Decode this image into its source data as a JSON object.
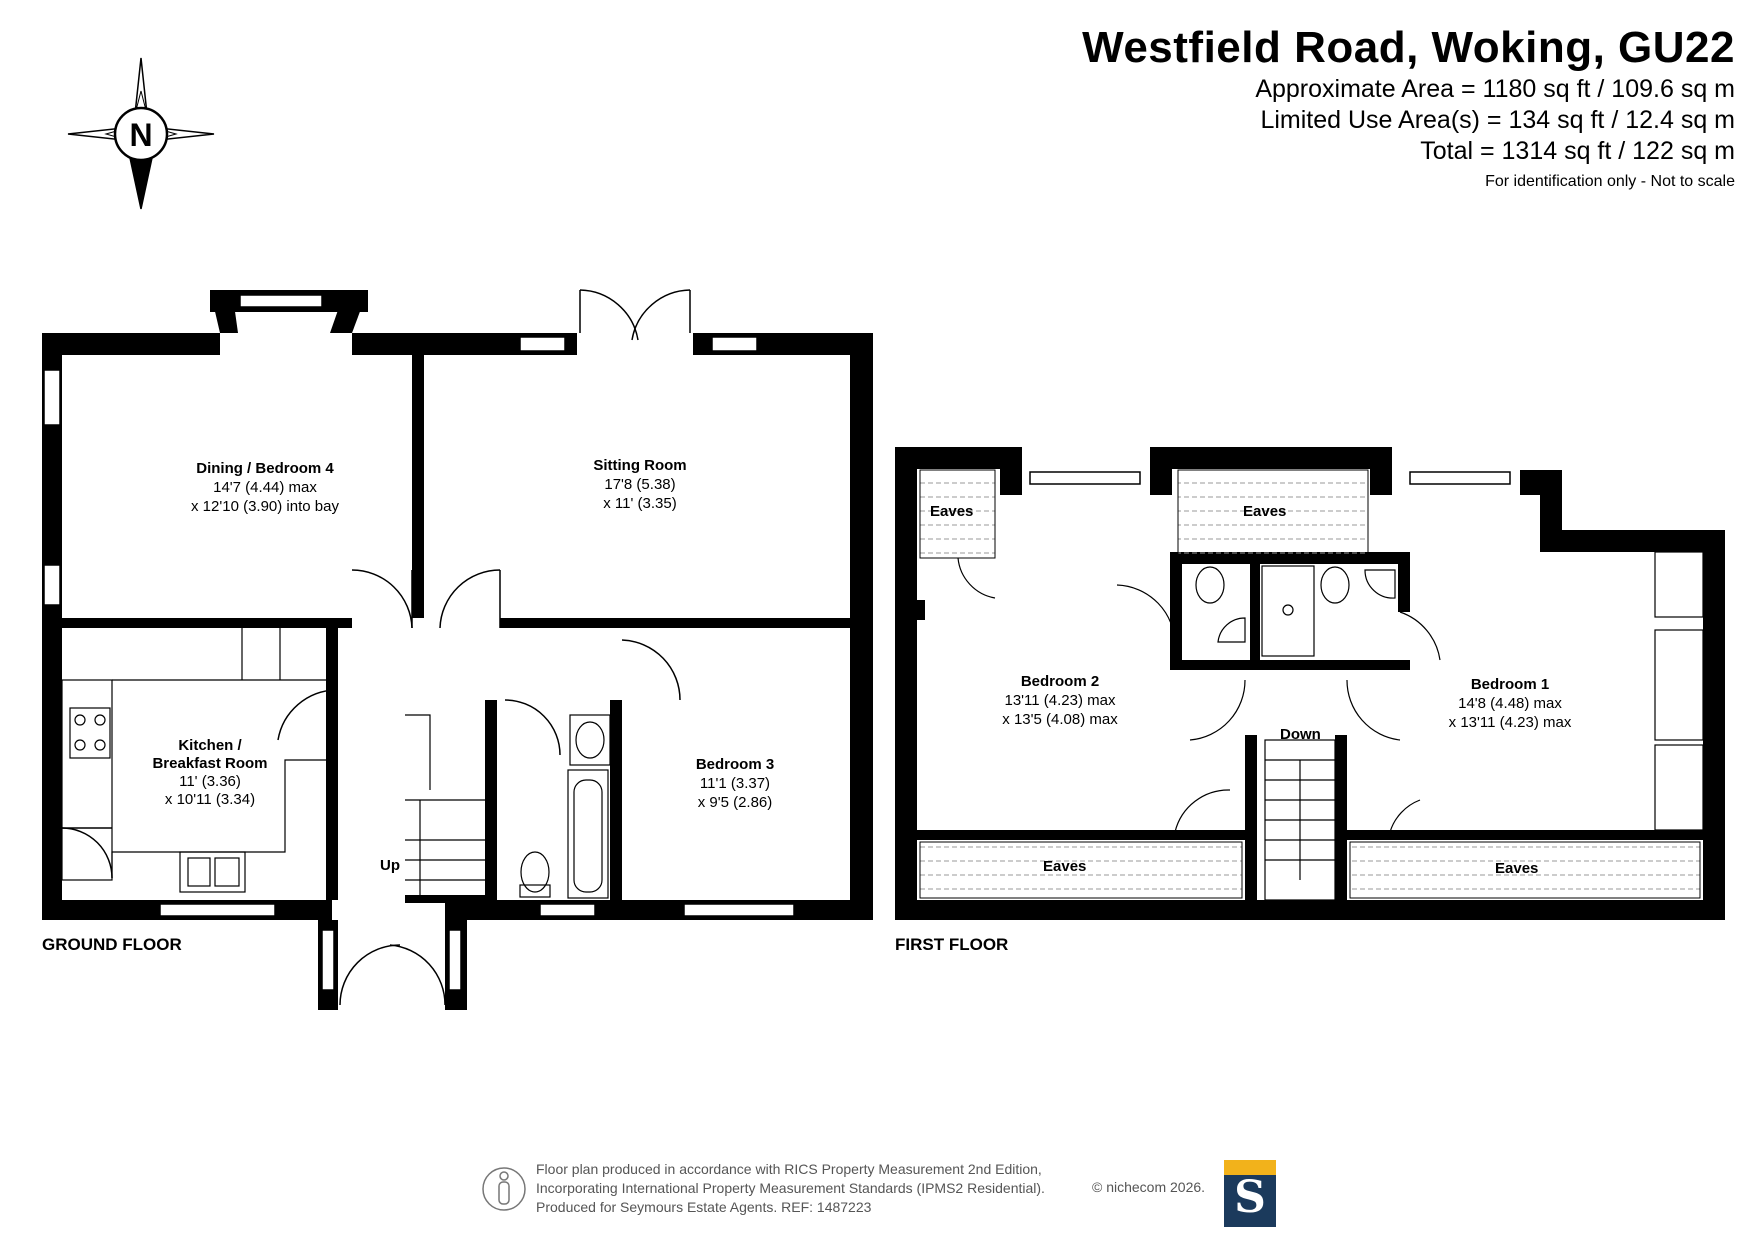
{
  "header": {
    "title": "Westfield Road, Woking, GU22",
    "approx_area": "Approximate Area = 1180 sq ft / 109.6 sq m",
    "limited_use": "Limited Use Area(s) = 134 sq ft / 12.4 sq m",
    "total": "Total = 1314 sq ft / 122 sq m",
    "note": "For identification only - Not to scale"
  },
  "compass": {
    "label": "N"
  },
  "ground_floor": {
    "label": "GROUND FLOOR",
    "rooms": {
      "dining": {
        "name": "Dining / Bedroom 4",
        "dim1": "14'7 (4.44) max",
        "dim2": "x 12'10 (3.90) into bay"
      },
      "sitting": {
        "name": "Sitting Room",
        "dim1": "17'8 (5.38)",
        "dim2": "x 11' (3.35)"
      },
      "kitchen": {
        "name1": "Kitchen /",
        "name2": "Breakfast Room",
        "dim1": "11' (3.36)",
        "dim2": "x 10'11 (3.34)"
      },
      "bedroom3": {
        "name": "Bedroom 3",
        "dim1": "11'1 (3.37)",
        "dim2": "x 9'5 (2.86)"
      }
    },
    "stairs_label": "Up"
  },
  "first_floor": {
    "label": "FIRST FLOOR",
    "rooms": {
      "bedroom2": {
        "name": "Bedroom 2",
        "dim1": "13'11 (4.23) max",
        "dim2": "x 13'5 (4.08) max"
      },
      "bedroom1": {
        "name": "Bedroom 1",
        "dim1": "14'8 (4.48) max",
        "dim2": "x 13'11 (4.23) max"
      }
    },
    "eaves_label": "Eaves",
    "stairs_label": "Down"
  },
  "footer": {
    "line1": "Floor plan produced in accordance with RICS Property Measurement 2nd Edition,",
    "line2": "Incorporating International Property Measurement Standards (IPMS2 Residential).",
    "line3": "Produced for Seymours Estate Agents.   REF: 1487223",
    "copyright": "© nichecom 2026.",
    "logo_letter": "S"
  },
  "colors": {
    "wall": "#000000",
    "logo_top": "#f2b21b",
    "logo_bottom": "#1b3a5c",
    "footer_text": "#555555"
  }
}
